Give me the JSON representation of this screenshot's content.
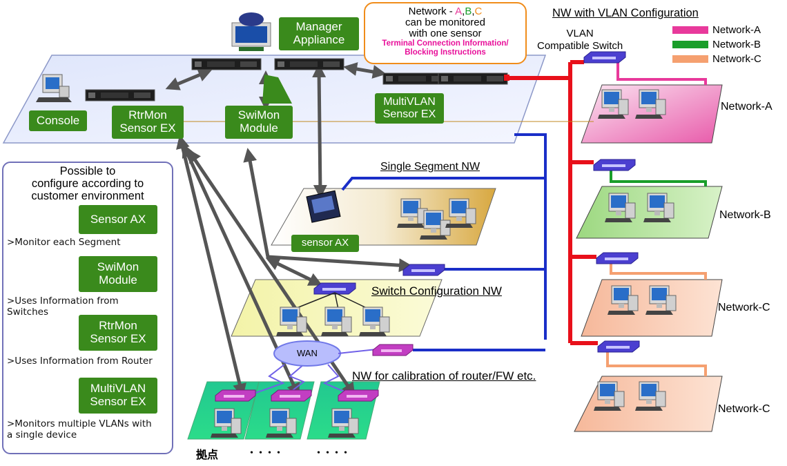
{
  "manager": {
    "line1": "Manager",
    "line2": "Appliance"
  },
  "callout": {
    "line1_prefix": "Network - ",
    "a": "A",
    "comma1": ",",
    "b": "B",
    "comma2": ",",
    "c": "C",
    "line2": "can be monitored",
    "line3": "with one sensor",
    "line4": "Terminal Connection Information/",
    "line5": "Blocking Instructions"
  },
  "vlan_title": "NW with VLAN Configuration",
  "vlan_switch": {
    "line1": "VLAN",
    "line2": "Compatible Switch"
  },
  "legend": [
    {
      "label": "Network-A",
      "color": "#e8399b"
    },
    {
      "label": "Network-B",
      "color": "#1a9e2a"
    },
    {
      "label": "Network-C",
      "color": "#f5a070"
    }
  ],
  "networks": {
    "a": "Network-A",
    "b": "Network-B",
    "c1": "Network-C",
    "c2": "Network-C"
  },
  "devices": {
    "console": "Console",
    "rtrmon": {
      "line1": "RtrMon",
      "line2": "Sensor EX"
    },
    "swimon": {
      "line1": "SwiMon",
      "line2": "Module"
    },
    "multivlan": {
      "line1": "MultiVLAN",
      "line2": "Sensor EX"
    },
    "sensor_ax": "sensor AX"
  },
  "sections": {
    "single_segment": "Single Segment NW",
    "switch_config": "Switch Configuration NW",
    "router_fw": "NW for calibration of router/FW etc.",
    "wan": "WAN",
    "kyoten": "拠点",
    "dots1": "・・・・",
    "dots2": "・・・・"
  },
  "panel": {
    "title1": "Possible to",
    "title2": "configure according to",
    "title3": "customer environment",
    "items": [
      {
        "btn1": "Sensor AX",
        "btn2": "",
        "desc1": ">Monitor each Segment",
        "desc2": ""
      },
      {
        "btn1": "SwiMon",
        "btn2": "Module",
        "desc1": ">Uses Information from",
        "desc2": "Switches"
      },
      {
        "btn1": "RtrMon",
        "btn2": "Sensor EX",
        "desc1": ">Uses Information from Router",
        "desc2": ""
      },
      {
        "btn1": "MultiVLAN",
        "btn2": "Sensor EX",
        "desc1": ">Monitors multiple VLANs with",
        "desc2": "a single device"
      }
    ]
  }
}
